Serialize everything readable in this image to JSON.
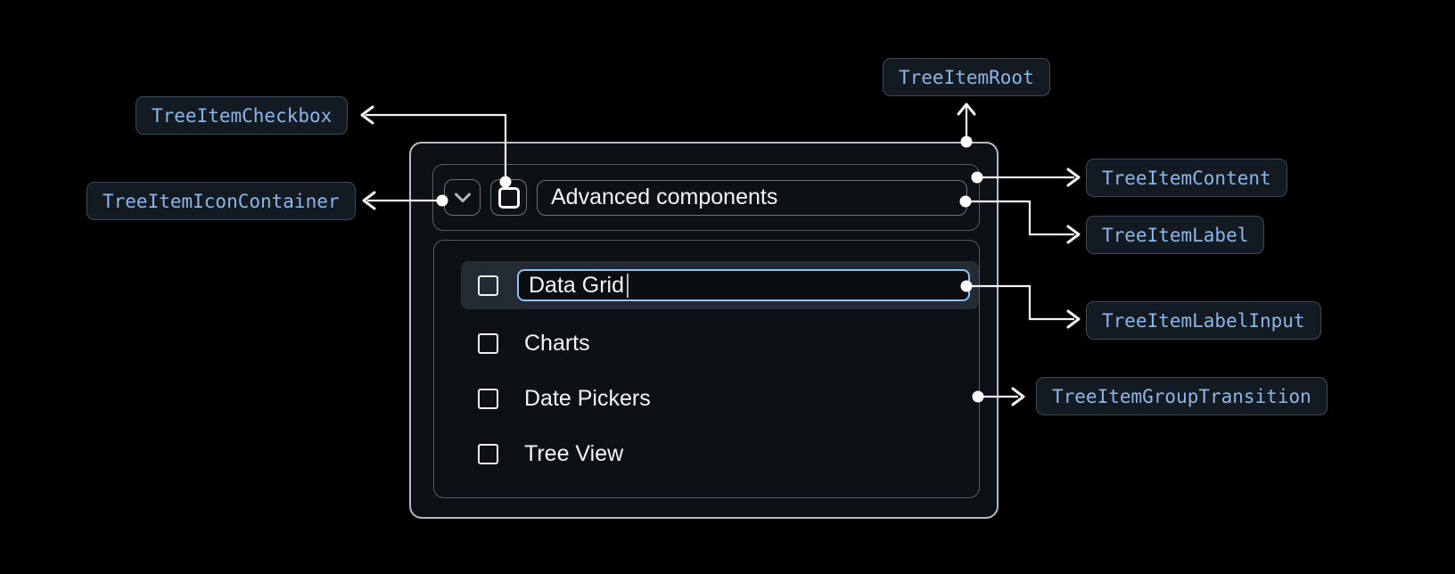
{
  "annotations": {
    "root": "TreeItemRoot",
    "checkbox": "TreeItemCheckbox",
    "icon_container": "TreeItemIconContainer",
    "content": "TreeItemContent",
    "label": "TreeItemLabel",
    "label_input": "TreeItemLabelInput",
    "group_transition": "TreeItemGroupTransition"
  },
  "tree": {
    "parent_label": "Advanced components",
    "parent_checkbox_checked": false,
    "expanded": true,
    "children": [
      {
        "label": "Data Grid",
        "checked": false,
        "state": "editing",
        "caret_visible": true
      },
      {
        "label": "Charts",
        "checked": false
      },
      {
        "label": "Date Pickers",
        "checked": false
      },
      {
        "label": "Tree View",
        "checked": false
      }
    ]
  },
  "icons": {
    "expand": "chevron-down-icon",
    "checkbox": "square-outline-icon",
    "caret": "text-cursor"
  },
  "colors": {
    "page_bg": "#000000",
    "panel_bg": "#0d1014",
    "panel_border": "#b4bbc2",
    "inner_border": "#565d64",
    "annotation_text": "#8cb6e8",
    "annotation_bg": "#141a22",
    "annotation_border": "#3d4a57",
    "row_highlight_bg": "#242b34",
    "input_focus_border": "#8fc2f3",
    "arrow": "#f2f5f7",
    "text": "#f3f5f6"
  }
}
